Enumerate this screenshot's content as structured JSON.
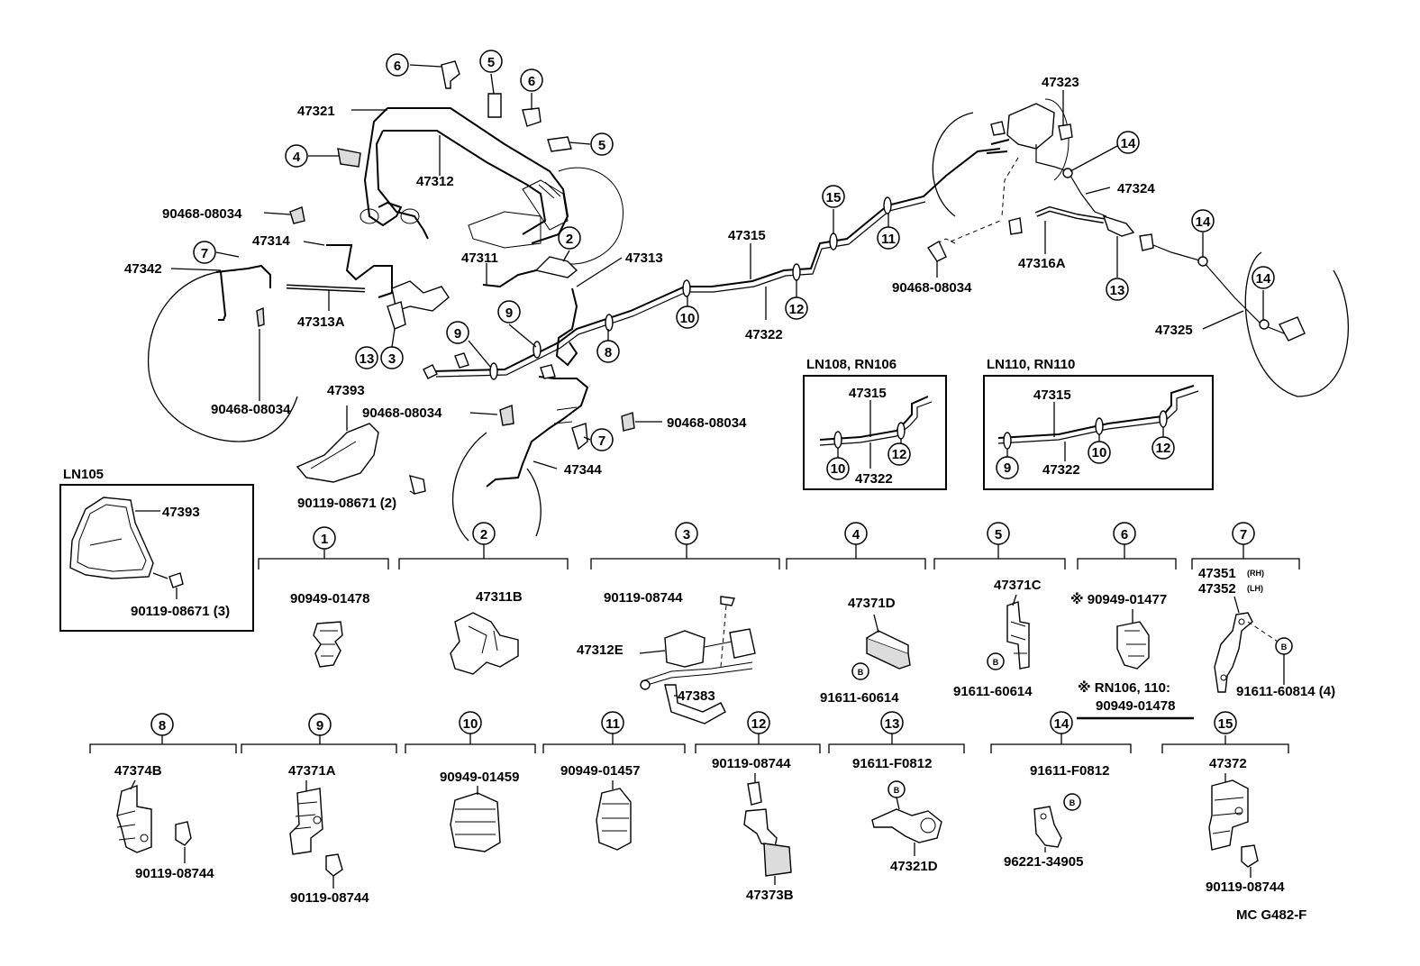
{
  "diagram": {
    "footer_code": "MC  G482-F",
    "variant_boxes": {
      "ln108": {
        "title": "LN108, RN106",
        "pipe_top": "47315",
        "pipe_bottom": "47322",
        "clip_a": "10",
        "clip_b": "12"
      },
      "ln110": {
        "title": "LN110, RN110",
        "pipe_top": "47315",
        "pipe_bottom": "47322",
        "clip_a": "9",
        "clip_b": "10",
        "clip_c": "12"
      },
      "ln105": {
        "title": "LN105",
        "shield": "47393",
        "bolt": "90119-08671 (3)"
      }
    },
    "main_labels": {
      "p47321": "47321",
      "p47312": "47312",
      "p47314": "47314",
      "p47342": "47342",
      "p47313A": "47313A",
      "p47311": "47311",
      "p47313": "47313",
      "p47315": "47315",
      "p47322": "47322",
      "p47393": "47393",
      "p47344": "47344",
      "p47323": "47323",
      "p47324": "47324",
      "p47316A": "47316A",
      "p47325": "47325",
      "clip_a": "90468-08034",
      "clip_b": "90468-08034",
      "clip_c": "90468-08034",
      "clip_d": "90468-08034",
      "clip_e": "90468-08034",
      "bolt_2": "90119-08671 (2)"
    },
    "callouts": {
      "c6a": "6",
      "c5a": "5",
      "c6b": "6",
      "c5b": "5",
      "c4": "4",
      "c7a": "7",
      "c2": "2",
      "c13a": "13",
      "c3": "3",
      "c9a": "9",
      "c9b": "9",
      "c8": "8",
      "c10": "10",
      "c12": "12",
      "c15": "15",
      "c11": "11",
      "c14a": "14",
      "c13b": "13",
      "c14b": "14",
      "c14c": "14",
      "c7b": "7"
    },
    "detail_groups": [
      {
        "num": "1",
        "parts": [
          "90949-01478"
        ]
      },
      {
        "num": "2",
        "parts": [
          "47311B"
        ]
      },
      {
        "num": "3",
        "parts": [
          "90119-08744",
          "47312E",
          "47383"
        ]
      },
      {
        "num": "4",
        "parts": [
          "47371D",
          "91611-60614"
        ],
        "marker": "B"
      },
      {
        "num": "5",
        "parts": [
          "47371C",
          "91611-60614"
        ],
        "marker": "B"
      },
      {
        "num": "6",
        "parts": [
          "※ 90949-01477",
          "※ RN106, 110:",
          "90949-01478"
        ]
      },
      {
        "num": "7",
        "parts": [
          "47351",
          "(RH)",
          "47352",
          "(LH)",
          "91611-60814 (4)"
        ],
        "marker": "B"
      },
      {
        "num": "8",
        "parts": [
          "47374B",
          "90119-08744"
        ]
      },
      {
        "num": "9",
        "parts": [
          "47371A",
          "90119-08744"
        ]
      },
      {
        "num": "10",
        "parts": [
          "90949-01459"
        ]
      },
      {
        "num": "11",
        "parts": [
          "90949-01457"
        ]
      },
      {
        "num": "12",
        "parts": [
          "90119-08744",
          "47373B"
        ]
      },
      {
        "num": "13",
        "parts": [
          "91611-F0812",
          "47321D"
        ],
        "marker": "B"
      },
      {
        "num": "14",
        "parts": [
          "91611-F0812",
          "96221-34905"
        ],
        "marker": "B"
      },
      {
        "num": "15",
        "parts": [
          "47372",
          "90119-08744"
        ]
      }
    ]
  }
}
